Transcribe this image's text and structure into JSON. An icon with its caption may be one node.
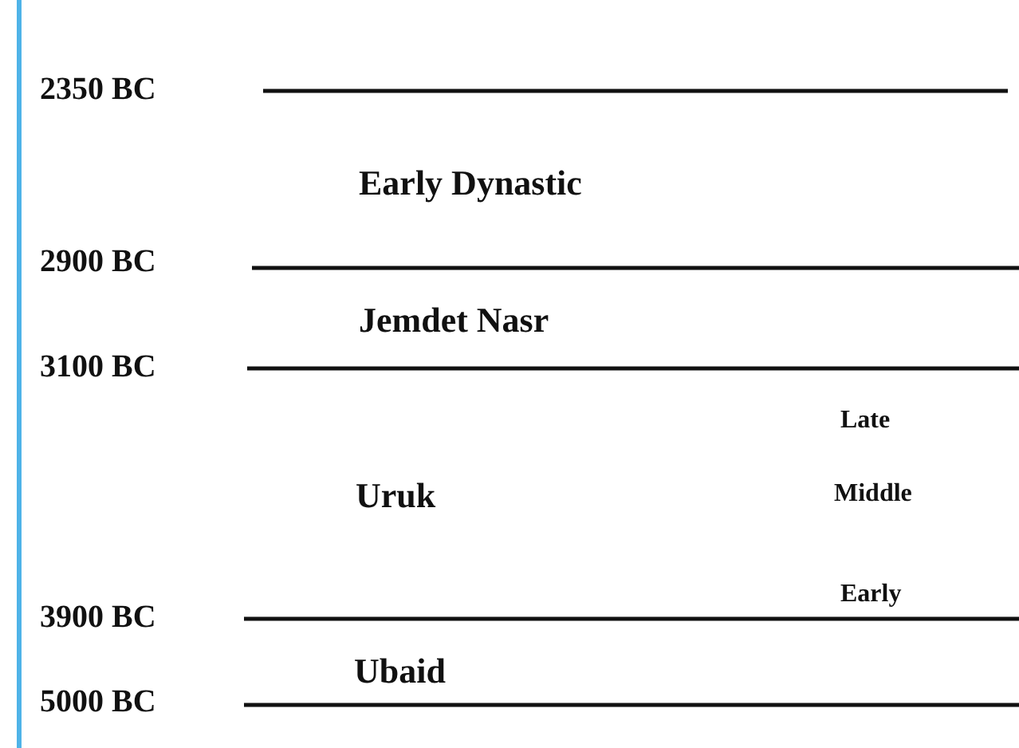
{
  "diagram": {
    "labels": [
      "2350 BC",
      "Early Dynastic",
      "2900 BC",
      "Jemdet Nasr",
      "3100 BC",
      "Late",
      "Uruk",
      "Middle",
      "Early",
      "3900 BC",
      "Ubaid",
      "5000 BC"
    ]
  }
}
